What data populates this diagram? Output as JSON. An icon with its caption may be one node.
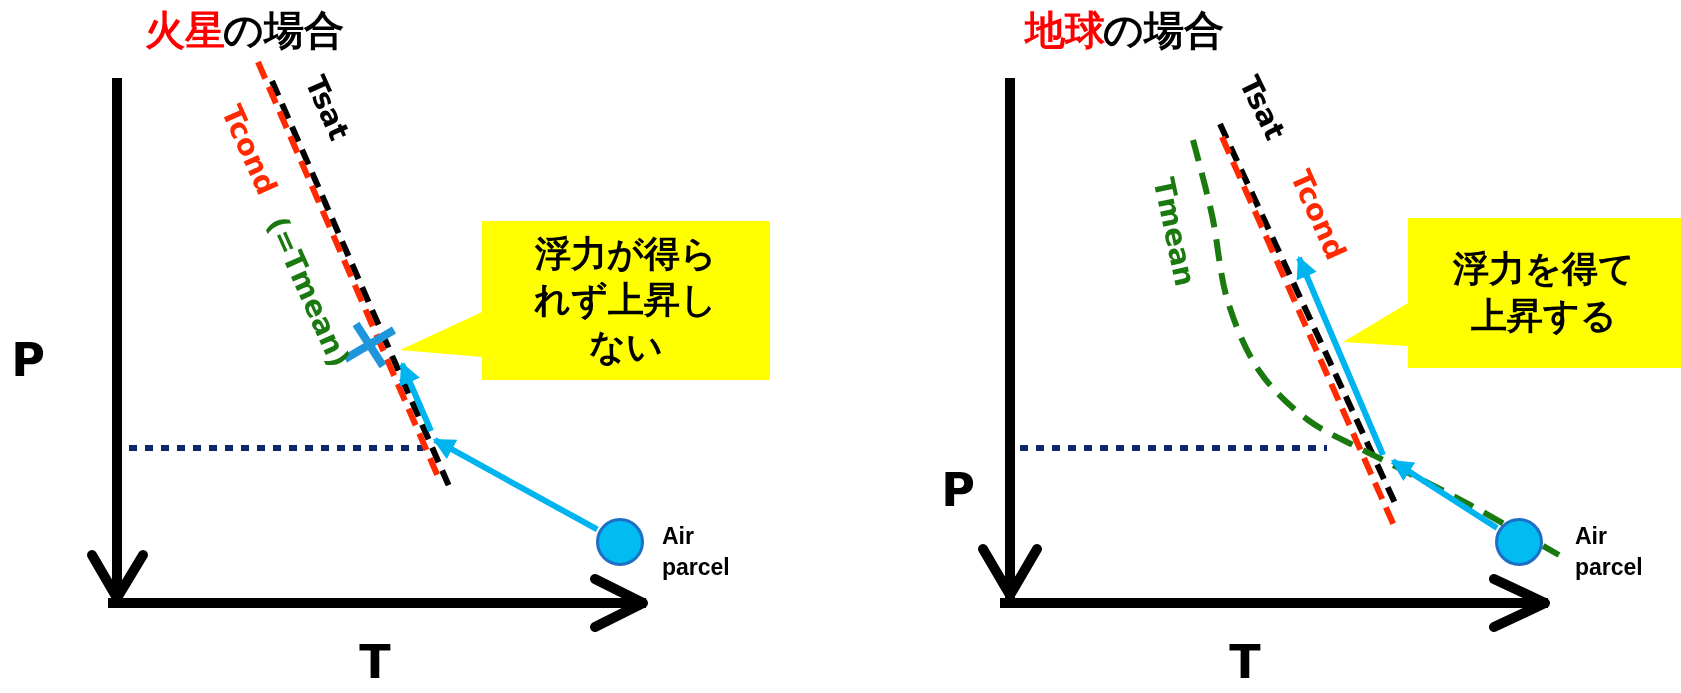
{
  "diagram": {
    "nodes": [
      {
        "text": [
          "浮力が得られず上昇しない"
        ]
      },
      {
        "text": [],
        "shape": "circle",
        "beside": [
          "Air parcel"
        ]
      },
      {
        "text": [
          "浮力を得て上昇する"
        ]
      },
      {
        "text": [],
        "shape": "circle",
        "beside": [
          "Air parcel"
        ]
      }
    ],
    "edges": [
      {
        "from": 1,
        "to": null,
        "arrow": "to"
      },
      {
        "from": 3,
        "to": null,
        "arrow": "to"
      }
    ],
    "labels": [
      "火星",
      "の場合",
      "Tsat",
      "Tcond",
      "(=Tmean)",
      "P",
      "T",
      "地球",
      "の場合",
      "Tsat",
      "Tcond",
      "Tmean",
      "P",
      "T"
    ]
  }
}
